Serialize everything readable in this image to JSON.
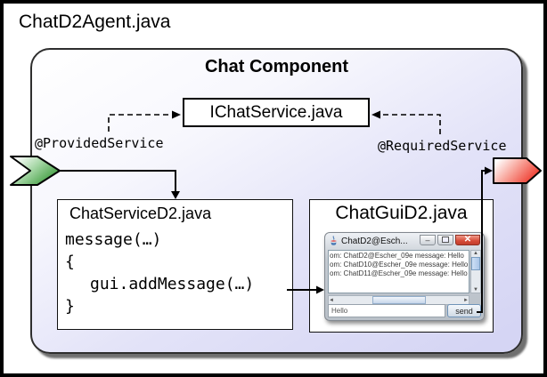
{
  "page": {
    "title": "ChatD2Agent.java"
  },
  "component": {
    "title": "Chat Component",
    "interface_box": "IChatService.java",
    "provided_annotation": "@ProvidedService",
    "required_annotation": "@RequiredService"
  },
  "service_box": {
    "title": "ChatServiceD2.java",
    "code_lines": [
      "message(…)",
      "{",
      "gui.addMessage(…)",
      "}"
    ]
  },
  "gui_box": {
    "title": "ChatGuiD2.java",
    "window": {
      "title": "ChatD2@Esch...",
      "messages": [
        "om: ChatD2@Escher_09e message: Hello",
        "om: ChatD10@Escher_09e message: Hello",
        "om: ChatD11@Escher_09e message: Hello"
      ],
      "input_value": "Hello",
      "send_label": "send"
    }
  },
  "icons": {
    "minimize": "–",
    "close": "✕",
    "scroll_up": "▲",
    "scroll_down": "▼",
    "scroll_left": "◄",
    "scroll_right": "►"
  },
  "colors": {
    "panel_top": "#ffffff",
    "panel_bottom": "#d5d5f4",
    "green_arrow": "#3a9a3a",
    "red_arrow": "#ee3326",
    "close_button": "#d54a36"
  }
}
